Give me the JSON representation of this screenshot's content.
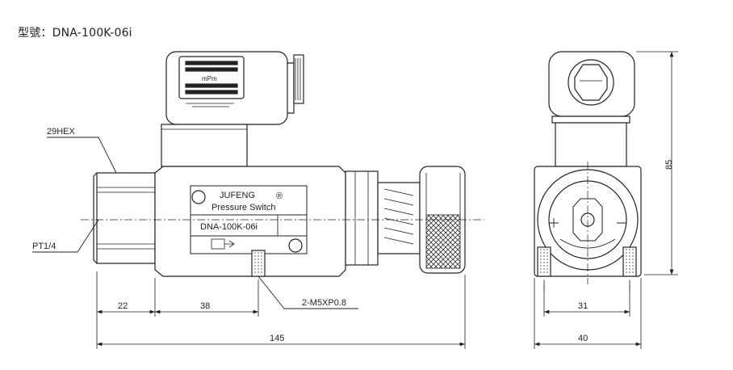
{
  "title": "型號：DNA-100K-06i",
  "labels": {
    "hex": "29HEX",
    "thread": "PT1/4",
    "brand": "JUFENG",
    "registered": "®",
    "product": "Pressure Switch",
    "model_plate": "DNA-100K-06i",
    "connector_mark": "mPm",
    "port": "2-M5XP0.8"
  },
  "dimensions": {
    "d22": "22",
    "d38": "38",
    "d145": "145",
    "d31": "31",
    "d40": "40",
    "d85": "85"
  }
}
